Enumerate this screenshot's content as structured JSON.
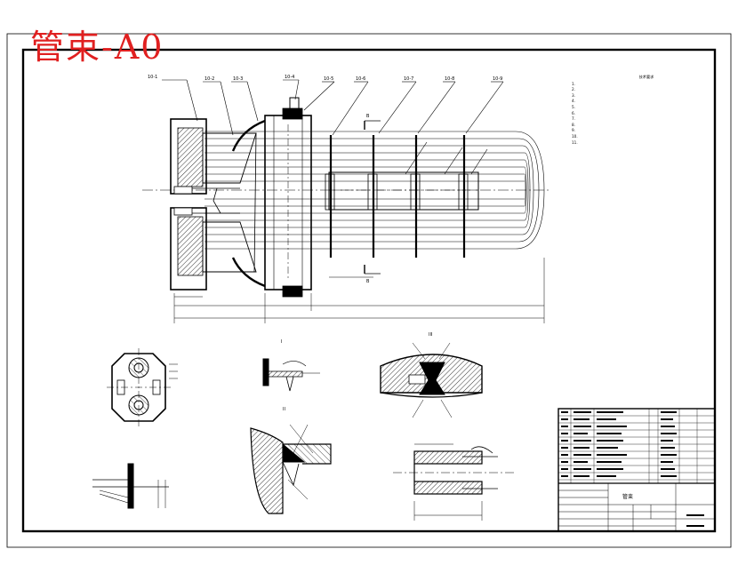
{
  "watermark": "管束-A0",
  "callouts": [
    "10-1",
    "10-2",
    "10-3",
    "10-4",
    "10-5",
    "10-6",
    "10-7",
    "10-8",
    "10-9"
  ],
  "section_labels": [
    "B",
    "B",
    "I",
    "II",
    "III"
  ],
  "notes": {
    "title": "技术要求",
    "lines": [
      "1.",
      "2.",
      "3.",
      "4.",
      "5.",
      "6.",
      "7.",
      "8.",
      "9.",
      "10.",
      "11."
    ]
  },
  "title_block": {
    "drawing_name": "管束",
    "company": "",
    "drawing_number": ""
  },
  "colors": {
    "ink": "#000000",
    "frame": "#000000",
    "watermark": "#e02020"
  }
}
